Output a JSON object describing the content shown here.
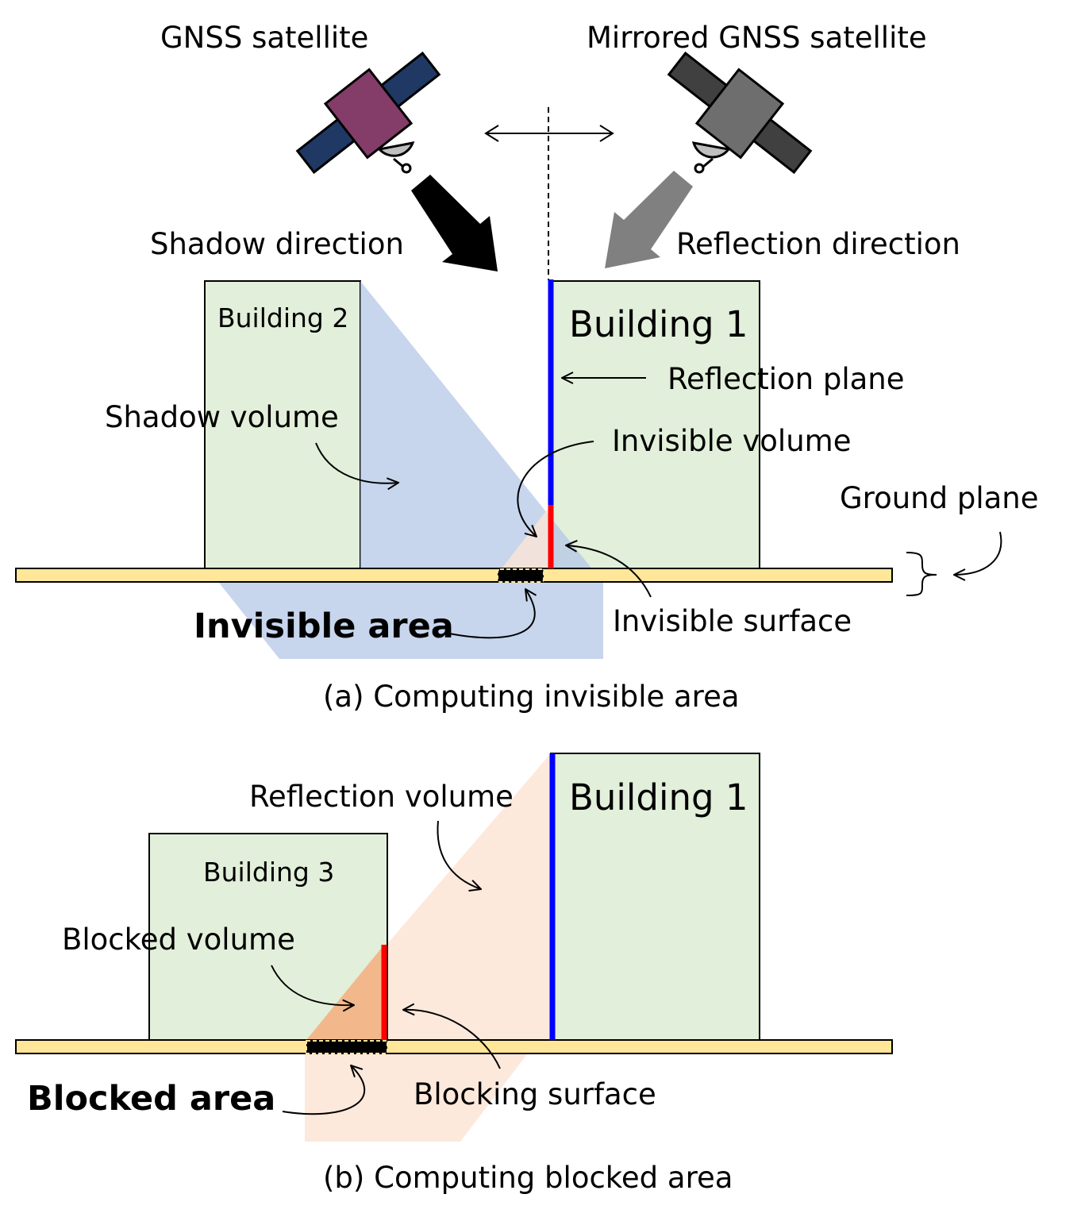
{
  "colors": {
    "building_fill": "#e2efda",
    "ground_fill": "#ffe699",
    "shadow_fill": "#b4c7e7",
    "reflection_fill": "#fbe5d6",
    "blocked_fill": "#f4b183",
    "reflection_plane": "#0000ff",
    "invisible_surface": "#ff0000",
    "satellite_body": "#843c69",
    "satellite_panel": "#1f3864",
    "mirrored_body": "#6e6e6e",
    "mirrored_panel": "#404040",
    "shadow_arrow": "#000000",
    "reflection_arrow": "#808080"
  },
  "top": {
    "satellite_label": "GNSS satellite",
    "mirrored_label": "Mirrored GNSS satellite",
    "shadow_direction": "Shadow direction",
    "reflection_direction": "Reflection direction"
  },
  "panel_a": {
    "building2": "Building 2",
    "building1": "Building 1",
    "reflection_plane": "Reflection plane",
    "shadow_volume": "Shadow volume",
    "invisible_volume": "Invisible volume",
    "ground_plane": "Ground plane",
    "invisible_surface": "Invisible surface",
    "invisible_area": "Invisible area",
    "caption": "(a) Computing invisible area"
  },
  "panel_b": {
    "building1": "Building 1",
    "building3": "Building 3",
    "reflection_volume": "Reflection volume",
    "blocked_volume": "Blocked volume",
    "blocking_surface": "Blocking surface",
    "blocked_area": "Blocked area",
    "caption": "(b) Computing blocked area"
  }
}
